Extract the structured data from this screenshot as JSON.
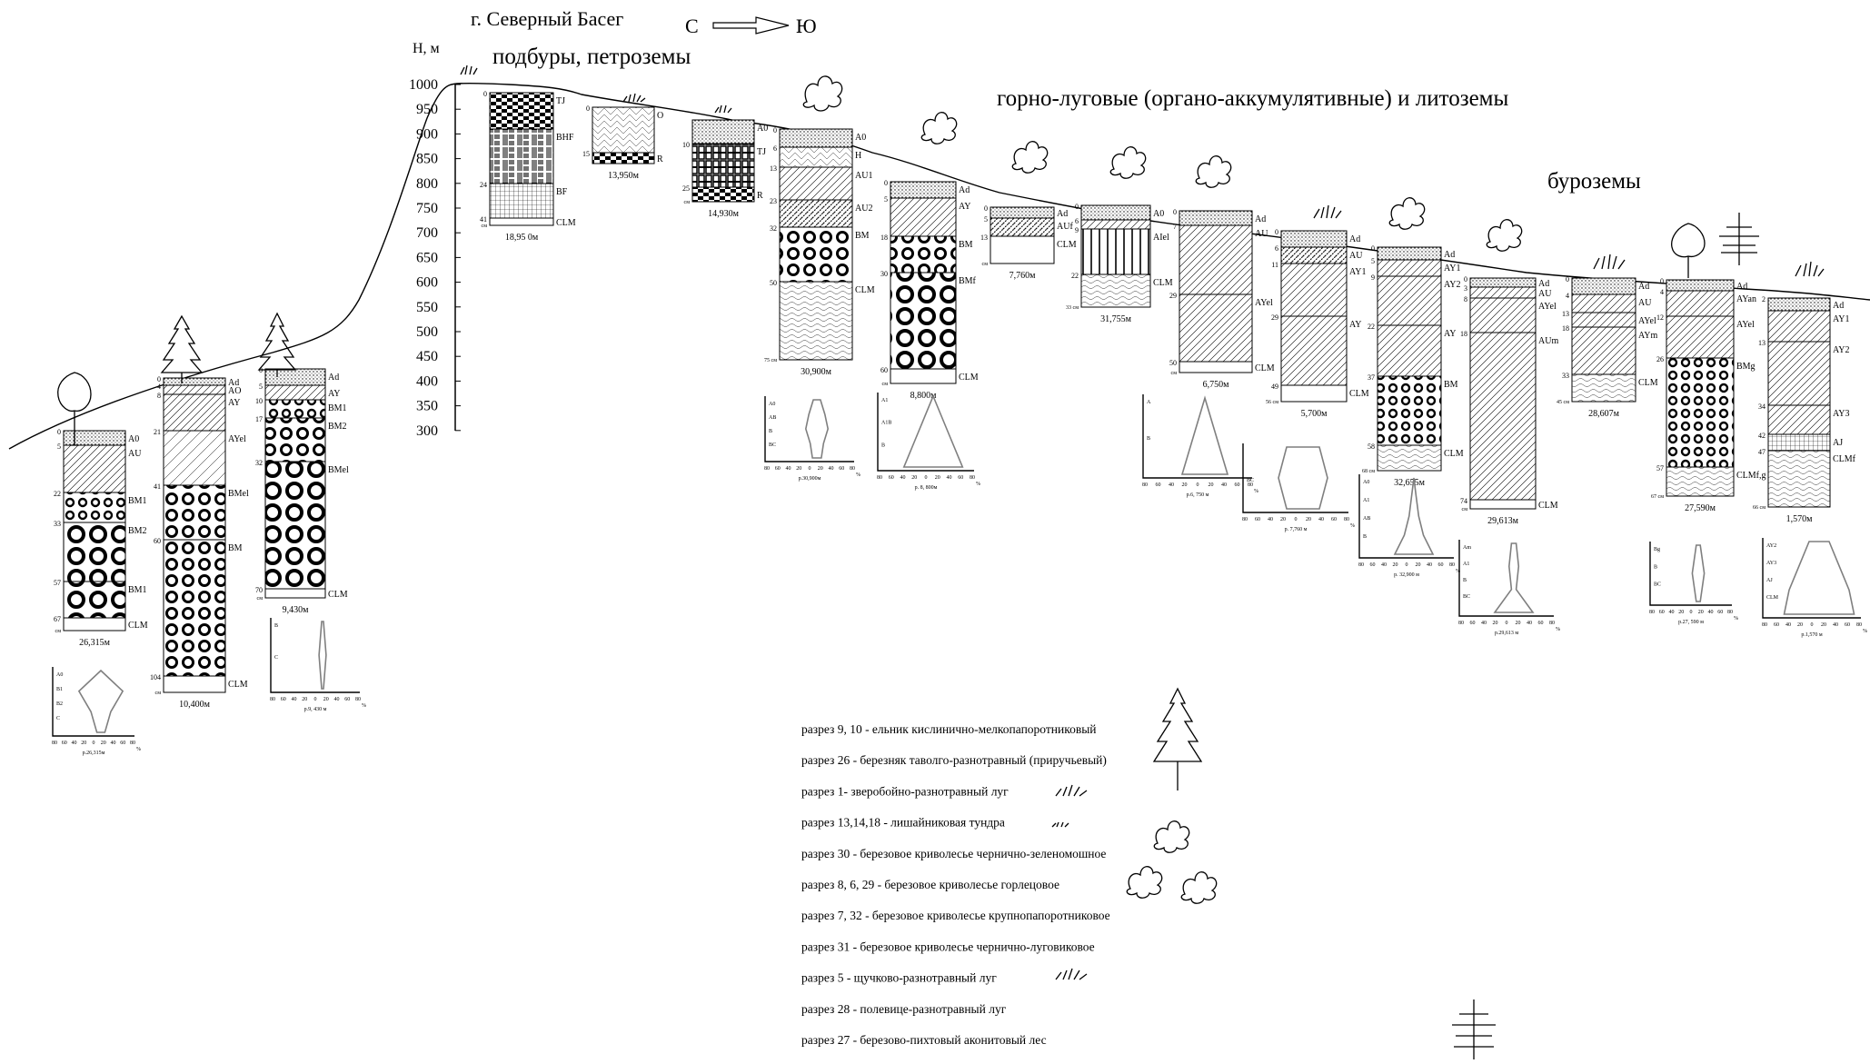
{
  "header": {
    "mountain": "г. Северный Басег",
    "dir_from": "С",
    "dir_to": "Ю",
    "axis_unit": "Н, м"
  },
  "zones": {
    "podbury": "подбуры, петроземы",
    "gorno": "горно-луговые (органо-аккумулятивные) и литоземы",
    "burozemy": "буроземы"
  },
  "altitude_axis": {
    "ticks": [
      "1000",
      "950",
      "900",
      "850",
      "800",
      "750",
      "700",
      "650",
      "600",
      "550",
      "500",
      "450",
      "400",
      "350",
      "300"
    ]
  },
  "pattern_types": {
    "A": "ruled peat",
    "AU": "diagonal hatch",
    "BM": "rings",
    "CLM": "plain / wave",
    "TJ": "brick",
    "BHF": "vertical/horizontal tiles"
  },
  "profiles": [
    {
      "id": "p26",
      "caption": "26,315м",
      "layers": [
        {
          "label": "A0",
          "depth": "0",
          "pattern": "dots"
        },
        {
          "label": "AU",
          "depth": "5",
          "pattern": "hatch"
        },
        {
          "label": "BM1",
          "depth": "22",
          "pattern": "rings-s"
        },
        {
          "label": "BM2",
          "depth": "33",
          "pattern": "rings-l"
        },
        {
          "label": "BM1",
          "depth": "57",
          "pattern": "rings-l"
        },
        {
          "label": "CLM",
          "depth": "67",
          "pattern": "plain"
        }
      ],
      "bottom": "см"
    },
    {
      "id": "p10",
      "caption": "10,400м",
      "layers": [
        {
          "label": "Ad",
          "depth": "0",
          "pattern": "dots"
        },
        {
          "label": "AO",
          "depth": "4",
          "pattern": "hatch"
        },
        {
          "label": "AY",
          "depth": "8",
          "pattern": "hatch"
        },
        {
          "label": "AYel",
          "depth": "21",
          "pattern": "hatch-l"
        },
        {
          "label": "BMel",
          "depth": "41",
          "pattern": "rings-m"
        },
        {
          "label": "BM",
          "depth": "60",
          "pattern": "rings-m"
        },
        {
          "label": "CLM",
          "depth": "104",
          "pattern": "plain"
        }
      ],
      "bottom": "см"
    },
    {
      "id": "p9",
      "caption": "9,430м",
      "layers": [
        {
          "label": "Ad",
          "depth": "0",
          "pattern": "dots"
        },
        {
          "label": "AY",
          "depth": "5",
          "pattern": "hatch"
        },
        {
          "label": "BM1",
          "depth": "10",
          "pattern": "rings-s"
        },
        {
          "label": "BM2",
          "depth": "17",
          "pattern": "rings-m"
        },
        {
          "label": "BMel",
          "depth": "32",
          "pattern": "rings-l"
        },
        {
          "label": "CLM",
          "depth": "70",
          "pattern": "plain"
        }
      ],
      "bottom": "см"
    },
    {
      "id": "p18",
      "caption": "18,95 0м",
      "layers": [
        {
          "label": "TJ",
          "depth": "0",
          "pattern": "brick"
        },
        {
          "label": "BHF",
          "depth": "",
          "pattern": "tiles"
        },
        {
          "label": "BF",
          "depth": "24",
          "pattern": "grid"
        },
        {
          "label": "CLM",
          "depth": "41",
          "pattern": "plain"
        }
      ],
      "bottom": "см"
    },
    {
      "id": "p13",
      "caption": "13,950м",
      "layers": [
        {
          "label": "O",
          "depth": "0",
          "pattern": "zigzag"
        },
        {
          "label": "R",
          "depth": "15",
          "pattern": "brick"
        }
      ],
      "bottom": ""
    },
    {
      "id": "p14",
      "caption": "14,930м",
      "layers": [
        {
          "label": "A0",
          "depth": "",
          "pattern": "dots"
        },
        {
          "label": "TJ",
          "depth": "10",
          "pattern": "weave"
        },
        {
          "label": "R",
          "depth": "25",
          "pattern": "brick"
        }
      ],
      "bottom": "см"
    },
    {
      "id": "p30",
      "caption": "30,900м",
      "layers": [
        {
          "label": "A0",
          "depth": "0",
          "pattern": "dots"
        },
        {
          "label": "H",
          "depth": "6",
          "pattern": "zigzag"
        },
        {
          "label": "AU1",
          "depth": "13",
          "pattern": "hatch"
        },
        {
          "label": "AU2",
          "depth": "23",
          "pattern": "hatch-d"
        },
        {
          "label": "BM",
          "depth": "32",
          "pattern": "rings-m"
        },
        {
          "label": "CLM",
          "depth": "50",
          "pattern": "wave"
        }
      ],
      "bottom": "75 см"
    },
    {
      "id": "p8",
      "caption": "8,800м",
      "layers": [
        {
          "label": "Ad",
          "depth": "0",
          "pattern": "dots"
        },
        {
          "label": "AY",
          "depth": "5",
          "pattern": "hatch"
        },
        {
          "label": "BM",
          "depth": "18",
          "pattern": "rings-m"
        },
        {
          "label": "BMf",
          "depth": "30",
          "pattern": "rings-l"
        },
        {
          "label": "CLM",
          "depth": "60",
          "pattern": "plain"
        }
      ],
      "bottom": "см"
    },
    {
      "id": "p7",
      "caption": "7,760м",
      "layers": [
        {
          "label": "Ad",
          "depth": "0",
          "pattern": "dots"
        },
        {
          "label": "AUf",
          "depth": "5",
          "pattern": "hatch-d"
        },
        {
          "label": "CLM",
          "depth": "13",
          "pattern": "plain"
        }
      ],
      "bottom": "см"
    },
    {
      "id": "p31",
      "caption": "31,755м",
      "layers": [
        {
          "label": "A0",
          "depth": "0",
          "pattern": "dots"
        },
        {
          "label": "",
          "depth": "6",
          "pattern": "hatch"
        },
        {
          "label": "AIel",
          "depth": "9",
          "pattern": "vlines"
        },
        {
          "label": "CLM",
          "depth": "22",
          "pattern": "wave"
        }
      ],
      "bottom": "33 см"
    },
    {
      "id": "p6",
      "caption": "6,750м",
      "layers": [
        {
          "label": "Ad",
          "depth": "0",
          "pattern": "dots"
        },
        {
          "label": "AU",
          "depth": "7",
          "pattern": "hatch"
        },
        {
          "label": "AYel",
          "depth": "29",
          "pattern": "hatch"
        },
        {
          "label": "CLM",
          "depth": "50",
          "pattern": "plain"
        }
      ],
      "bottom": "см"
    },
    {
      "id": "p5",
      "caption": "5,700м",
      "layers": [
        {
          "label": "Ad",
          "depth": "0",
          "pattern": "dots"
        },
        {
          "label": "AU",
          "depth": "6",
          "pattern": "hatch-d"
        },
        {
          "label": "AY1",
          "depth": "11",
          "pattern": "hatch"
        },
        {
          "label": "AY",
          "depth": "29",
          "pattern": "hatch"
        },
        {
          "label": "CLM",
          "depth": "49",
          "pattern": "plain"
        }
      ],
      "bottom": "56 см"
    },
    {
      "id": "p32",
      "caption": "32,655м",
      "layers": [
        {
          "label": "Ad",
          "depth": "0",
          "pattern": "dots"
        },
        {
          "label": "AY1",
          "depth": "5",
          "pattern": "hatch"
        },
        {
          "label": "AY2",
          "depth": "9",
          "pattern": "hatch"
        },
        {
          "label": "AY",
          "depth": "22",
          "pattern": "hatch"
        },
        {
          "label": "BM",
          "depth": "37",
          "pattern": "rings-s"
        },
        {
          "label": "CLM",
          "depth": "58",
          "pattern": "wave"
        }
      ],
      "bottom": "68 см"
    },
    {
      "id": "p29",
      "caption": "29,613м",
      "layers": [
        {
          "label": "Ad",
          "depth": "0",
          "pattern": "dots"
        },
        {
          "label": "AU",
          "depth": "3",
          "pattern": "hatch"
        },
        {
          "label": "AYel",
          "depth": "8",
          "pattern": "hatch"
        },
        {
          "label": "AUm",
          "depth": "18",
          "pattern": "hatch"
        },
        {
          "label": "CLM",
          "depth": "74",
          "pattern": "plain"
        }
      ],
      "bottom": "см"
    },
    {
      "id": "p28",
      "caption": "28,607м",
      "layers": [
        {
          "label": "Ad",
          "depth": "0",
          "pattern": "dots"
        },
        {
          "label": "AU",
          "depth": "4",
          "pattern": "hatch"
        },
        {
          "label": "AYel",
          "depth": "13",
          "pattern": "hatch"
        },
        {
          "label": "AYm",
          "depth": "18",
          "pattern": "hatch"
        },
        {
          "label": "CLM",
          "depth": "33",
          "pattern": "wave"
        }
      ],
      "bottom": "45 см"
    },
    {
      "id": "p27",
      "caption": "27,590м",
      "layers": [
        {
          "label": "Ad",
          "depth": "0",
          "pattern": "dots"
        },
        {
          "label": "AYan",
          "depth": "4",
          "pattern": "hatch"
        },
        {
          "label": "AYel",
          "depth": "12",
          "pattern": "hatch"
        },
        {
          "label": "BMg",
          "depth": "26",
          "pattern": "rings-s"
        },
        {
          "label": "CLMf,g",
          "depth": "57",
          "pattern": "wave"
        }
      ],
      "bottom": "67 см"
    },
    {
      "id": "p1",
      "caption": "1,570м",
      "layers": [
        {
          "label": "Ad",
          "depth": "2",
          "pattern": "dots"
        },
        {
          "label": "AY1",
          "depth": "",
          "pattern": "hatch"
        },
        {
          "label": "AY2",
          "depth": "13",
          "pattern": "hatch"
        },
        {
          "label": "AY3",
          "depth": "34",
          "pattern": "hatch"
        },
        {
          "label": "AJ",
          "depth": "42",
          "pattern": "grid"
        },
        {
          "label": "CLMf",
          "depth": "47",
          "pattern": "wave"
        }
      ],
      "bottom": "66 см"
    }
  ],
  "legend": [
    "разрез 9, 10 - ельник кислинично-мелкопапоротниковый",
    "разрез 26 - березняк таволго-разнотравный (приручьевый)",
    "разрез 1- зверобойно-разнотравный луг",
    "разрез 13,14,18 - лишайниковая тундра",
    "разрез 30 - березовое криволесье чернично-зеленомошное",
    "разрез 8, 6, 29 - березовое криволесье горлецовое",
    "разрез 7, 32 - березовое криволесье крупнопапоротниковое",
    "разрез 31 - березовое криволесье чернично-луговиковое",
    "разрез 5 - щучково-разнотравный луг",
    "разрез 28 - полевице-разнотравный луг",
    "разрез 27 - березово-пихтовый аконитовый лес"
  ],
  "mini_charts": {
    "axis_ticks": [
      "80",
      "60",
      "40",
      "20",
      "0",
      "20",
      "40",
      "60",
      "80"
    ],
    "unit": "%",
    "captions": [
      "р.26,315м",
      "р.9, 430 м",
      "р.30,900м",
      "р. 8, 800м",
      "р.6, 750 м",
      "р. 7,760 м",
      "р. 32,900 м",
      "р.29,613 м",
      "р.27, 590 м",
      "р.1,570 м"
    ],
    "items": [
      {
        "id": "c26",
        "rows": [
          "A0",
          "B1",
          "B2",
          "C"
        ],
        "widths": [
          0,
          55,
          25,
          10
        ]
      },
      {
        "id": "c9",
        "rows": [
          "B",
          "C"
        ],
        "widths": [
          2,
          8,
          2
        ]
      },
      {
        "id": "c30",
        "rows": [
          "A0",
          "AB",
          "B",
          "BC"
        ],
        "widths": [
          8,
          18,
          25,
          15,
          10
        ]
      },
      {
        "id": "c8",
        "rows": [
          "A1",
          "A1B",
          "B"
        ],
        "widths": [
          0,
          30,
          60
        ]
      },
      {
        "id": "c6",
        "rows": [
          "A",
          "B"
        ],
        "widths": [
          0,
          20,
          40
        ]
      },
      {
        "id": "c7",
        "rows": [
          "",
          "BC"
        ],
        "widths": [
          30,
          45,
          30
        ]
      },
      {
        "id": "c32",
        "rows": [
          "A0",
          "A1",
          "AB",
          "B"
        ],
        "widths": [
          0,
          5,
          10,
          20,
          40
        ]
      },
      {
        "id": "c29",
        "rows": [
          "Am",
          "A1",
          "B",
          "BC"
        ],
        "widths": [
          5,
          10,
          5,
          40
        ]
      },
      {
        "id": "c27",
        "rows": [
          "Bg",
          "B",
          "BC"
        ],
        "widths": [
          5,
          15,
          5
        ]
      },
      {
        "id": "c1",
        "rows": [
          "AY2",
          "AY3",
          "AJ",
          "CLM"
        ],
        "widths": [
          20,
          40,
          60,
          70
        ]
      }
    ]
  },
  "colors": {
    "ink": "#000000",
    "chart_line": "#7f7f7f"
  }
}
